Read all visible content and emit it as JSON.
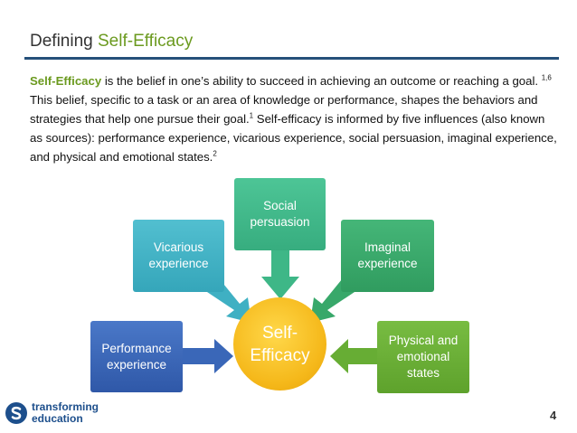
{
  "header": {
    "title_prefix": "Defining ",
    "title_accent": "Self-Efficacy"
  },
  "paragraph": {
    "term": "Self-Efficacy",
    "text1": " is the belief in one’s ability to succeed in achieving an outcome or reaching a goal. ",
    "sup1": "1,6",
    "text2": " This belief, specific to a task or an area of knowledge or performance, shapes the behaviors and strategies that help one pursue their goal.",
    "sup2": "1",
    "text3": " Self-efficacy is informed by five influences (also known as sources): performance experience, vicarious experience, social persuasion, imaginal experience, and physical and emotional states.",
    "sup3": "2"
  },
  "diagram": {
    "center": {
      "line1": "Self-",
      "line2": "Efficacy",
      "color": "#f5b81a"
    },
    "sources": {
      "performance": {
        "line1": "Performance",
        "line2": "experience",
        "color": "#3a67b8"
      },
      "vicarious": {
        "line1": "Vicarious",
        "line2": "experience",
        "color": "#3fb0c3"
      },
      "social": {
        "line1": "Social",
        "line2": "persuasion",
        "color": "#3eb787"
      },
      "imaginal": {
        "line1": "Imaginal",
        "line2": "experience",
        "color": "#38a86a"
      },
      "physical": {
        "line1": "Physical and",
        "line2": "emotional",
        "line3": "states",
        "color": "#67ad34"
      }
    }
  },
  "footer": {
    "logo_line1": "transforming",
    "logo_line2": "education",
    "page_number": "4"
  }
}
